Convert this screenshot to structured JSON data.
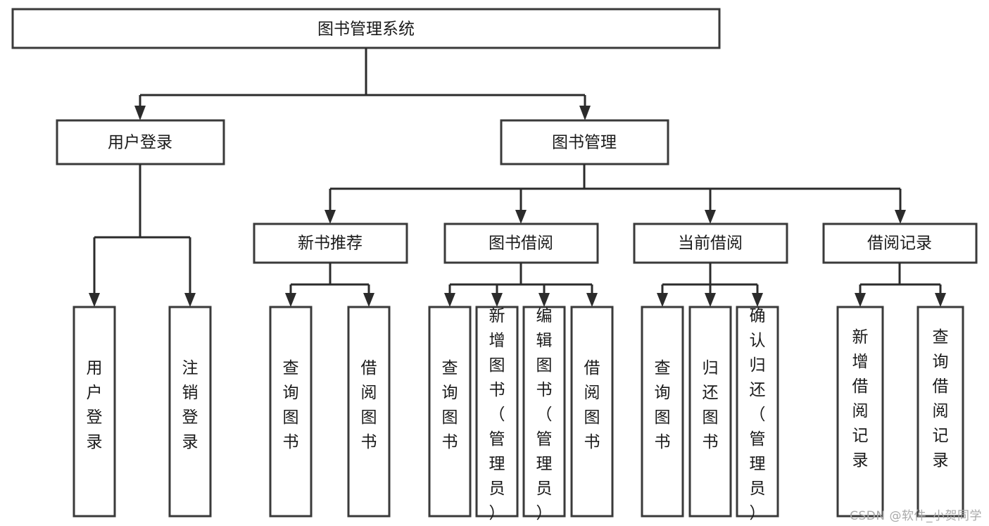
{
  "diagram": {
    "type": "tree-hierarchy",
    "title": "图书管理系统",
    "orientation": "top-down",
    "colors": {
      "box_fill": "#ffffff",
      "box_stroke": "#3a3a3a",
      "connector": "#2b2b2b",
      "text": "#1a1a1a",
      "watermark": "#a9a9a9",
      "background": "#ffffff"
    },
    "root": {
      "label": "图书管理系统"
    },
    "level2": [
      {
        "label": "用户登录"
      },
      {
        "label": "图书管理"
      }
    ],
    "level3": [
      {
        "label": "新书推荐"
      },
      {
        "label": "图书借阅"
      },
      {
        "label": "当前借阅"
      },
      {
        "label": "借阅记录"
      }
    ],
    "leaves": {
      "user_login": [
        {
          "label": "用户登录"
        },
        {
          "label": "注销登录"
        }
      ],
      "new_book_recommend": [
        {
          "label": "查询图书"
        },
        {
          "label": "借阅图书"
        }
      ],
      "book_borrow": [
        {
          "label": "查询图书"
        },
        {
          "label": "新增图书（管理员）"
        },
        {
          "label": "编辑图书（管理员）"
        },
        {
          "label": "借阅图书"
        }
      ],
      "current_borrow": [
        {
          "label": "查询图书"
        },
        {
          "label": "归还图书"
        },
        {
          "label": "确认归还（管理员）"
        }
      ],
      "borrow_record": [
        {
          "label": "新增借阅记录"
        },
        {
          "label": "查询借阅记录"
        }
      ]
    }
  },
  "watermark": {
    "text": "CSDN @软件_小贺同学"
  }
}
